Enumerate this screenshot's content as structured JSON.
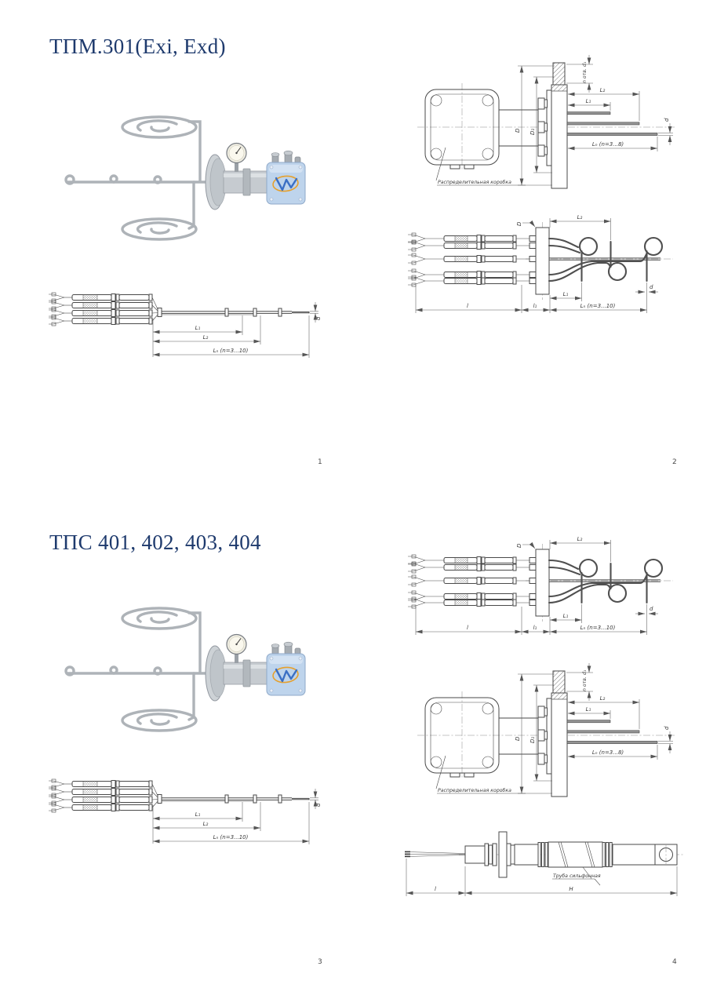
{
  "page": {
    "background": "#ffffff",
    "title_color": "#1e3a6d"
  },
  "sections": {
    "tpm": {
      "title": "ТПМ.301(Exi, Exd)",
      "left_page": "1",
      "right_page": "2"
    },
    "tps": {
      "title": "ТПС 401, 402, 403, 404",
      "left_page": "3",
      "right_page": "4"
    }
  },
  "drawings": {
    "flange": {
      "holes_label": "n отв. d₁",
      "dim_D": "D",
      "dim_D1": "D₁",
      "dim_L2": "L₂",
      "dim_L1": "L₁",
      "dim_Ln": "Lₙ (n=3...8)",
      "dim_d": "d",
      "box_label": "Распределительная коробка"
    },
    "curl": {
      "dim_D": "D",
      "dim_L2": "L₂",
      "dim_L1": "L₁",
      "dim_Ln": "Lₙ (n=3...10)",
      "dim_d": "d",
      "dim_l": "l",
      "dim_l1": "l₁"
    },
    "cable": {
      "dim_L1": "L₁",
      "dim_L2": "L₂",
      "dim_Ln": "Lₙ (n=3...10)",
      "dim_d": "d"
    },
    "bellows": {
      "tube_label": "Труба сильфонная",
      "dim_l": "l",
      "dim_H": "H"
    },
    "photo": {
      "logo_colors": {
        "swoosh_blue": "#3b6fc4",
        "ring_orange": "#e6a02c",
        "box_blue": "#bed4ec"
      }
    }
  }
}
